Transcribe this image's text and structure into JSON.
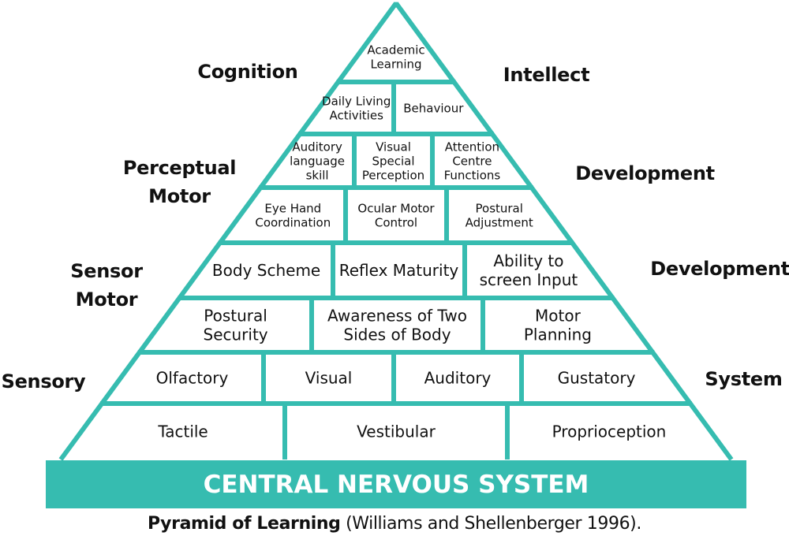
{
  "colors": {
    "accent": "#36BCB0",
    "text": "#111111",
    "background": "#ffffff",
    "base_text": "#ffffff"
  },
  "pyramid": {
    "rows": [
      {
        "level": 1,
        "cells": [
          {
            "label": [
              "Academic",
              "Learning"
            ]
          }
        ]
      },
      {
        "level": 2,
        "cells": [
          {
            "label": [
              "Daily Living",
              "Activities"
            ]
          },
          {
            "label": [
              "Behaviour"
            ]
          }
        ]
      },
      {
        "level": 3,
        "cells": [
          {
            "label": [
              "Auditory",
              "language",
              "skill"
            ]
          },
          {
            "label": [
              "Visual",
              "Special",
              "Perception"
            ]
          },
          {
            "label": [
              "Attention",
              "Centre",
              "Functions"
            ]
          }
        ]
      },
      {
        "level": 4,
        "cells": [
          {
            "label": [
              "Eye Hand",
              "Coordination"
            ]
          },
          {
            "label": [
              "Ocular Motor",
              "Control"
            ]
          },
          {
            "label": [
              "Postural",
              "Adjustment"
            ]
          }
        ]
      },
      {
        "level": 5,
        "cells": [
          {
            "label": [
              "Body Scheme"
            ]
          },
          {
            "label": [
              "Reflex Maturity"
            ]
          },
          {
            "label": [
              "Ability to",
              "screen Input"
            ]
          }
        ]
      },
      {
        "level": 6,
        "cells": [
          {
            "label": [
              "Postural",
              "Security"
            ]
          },
          {
            "label": [
              "Awareness of Two",
              "Sides of Body"
            ]
          },
          {
            "label": [
              "Motor",
              "Planning"
            ]
          }
        ]
      },
      {
        "level": 7,
        "cells": [
          {
            "label": [
              "Olfactory"
            ]
          },
          {
            "label": [
              "Visual"
            ]
          },
          {
            "label": [
              "Auditory"
            ]
          },
          {
            "label": [
              "Gustatory"
            ]
          }
        ]
      },
      {
        "level": 8,
        "cells": [
          {
            "label": [
              "Tactile"
            ]
          },
          {
            "label": [
              "Vestibular"
            ]
          },
          {
            "label": [
              "Proprioception"
            ]
          }
        ]
      }
    ]
  },
  "side_labels": {
    "left": {
      "cognition": "Cognition",
      "perceptual_motor": [
        "Perceptual",
        "Motor"
      ],
      "sensor_motor": [
        "Sensor",
        "Motor"
      ],
      "sensory": "Sensory"
    },
    "right": {
      "intellect": "Intellect",
      "development_1": "Development",
      "development_2": "Development",
      "system": "System"
    }
  },
  "base": {
    "label": "CENTRAL NERVOUS SYSTEM"
  },
  "caption": {
    "title": "Pyramid of Learning",
    "citation": " (Williams and Shellenberger 1996)."
  }
}
